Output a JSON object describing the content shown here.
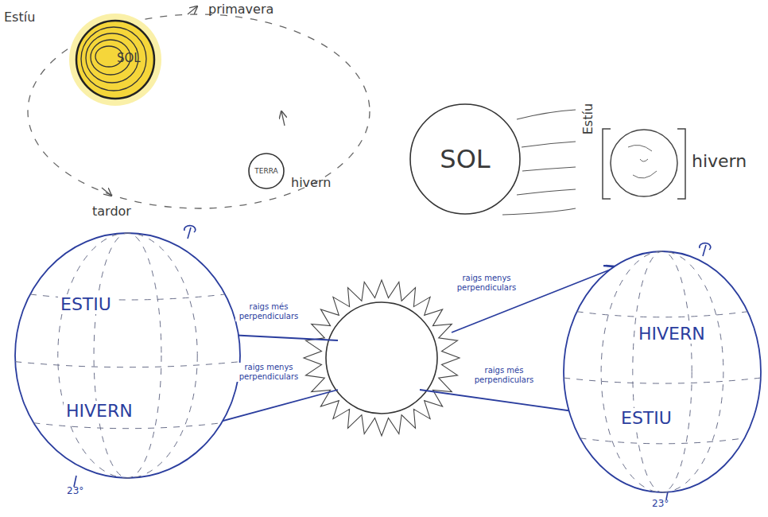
{
  "diagram": {
    "nodes": [
      {
        "text": [
          "SOL"
        ]
      },
      {
        "text": [
          "TERRA"
        ]
      },
      {
        "text": [
          "SOL"
        ]
      },
      {
        "text": [
          "ESTIU",
          "HIVERN"
        ]
      },
      {
        "text": [
          "HIVERN",
          "ESTIU"
        ]
      }
    ],
    "labels": [
      "Estíu",
      "primavera",
      "hivern",
      "tardor",
      "Estíu",
      "hivern",
      "raigs més perpendiculars",
      "raigs menys perpendiculars",
      "raigs menys perpendiculars",
      "raigs més perpendiculars",
      "23°",
      "23°"
    ]
  }
}
